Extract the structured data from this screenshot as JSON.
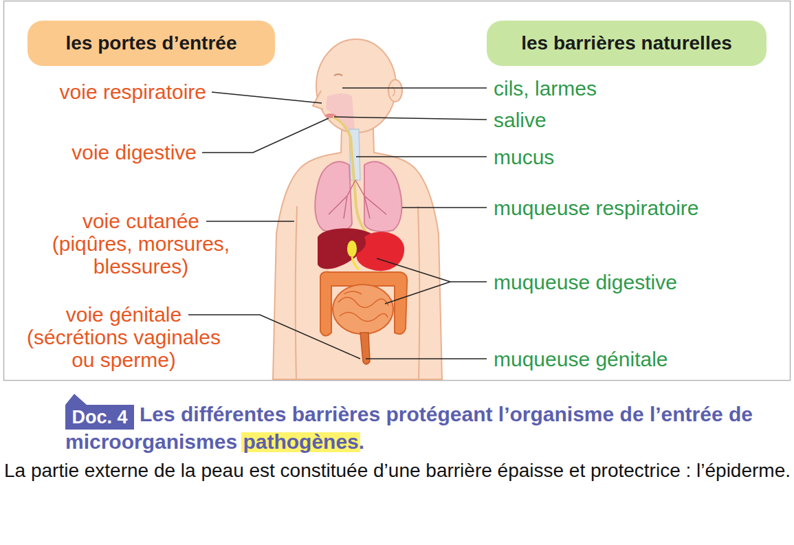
{
  "diagram": {
    "title": "Les différentes barrières protégeant l’organisme de l’entrée de microorganismes pathogènes.",
    "caption": "La partie externe de la peau est constituée d’une barrière épaisse et protectrice : l’épiderme.",
    "nodes": [
      {
        "text": [
          "les portes d’entrée"
        ]
      },
      {
        "text": [
          "les barrières naturelles"
        ]
      },
      {
        "text": [
          "Doc. 4"
        ]
      }
    ],
    "labels": [
      "voie respiratoire",
      "voie digestive",
      "voie cutanée (piqûres, morsures, blessures)",
      "voie génitale (sécrétions vaginales ou sperme)",
      "cils, larmes",
      "salive",
      "mucus",
      "muqueuse respiratoire",
      "muqueuse digestive",
      "muqueuse génitale"
    ]
  }
}
